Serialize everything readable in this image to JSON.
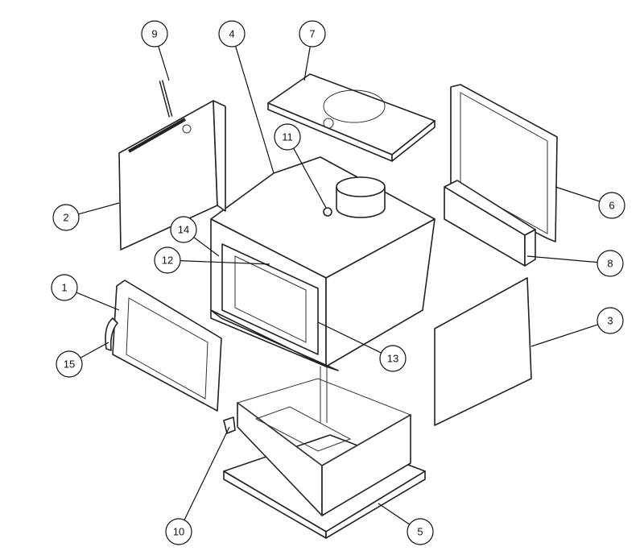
{
  "diagram": {
    "type": "exploded-parts-view",
    "callouts": [
      {
        "id": "9",
        "label": "9"
      },
      {
        "id": "4",
        "label": "4"
      },
      {
        "id": "7",
        "label": "7"
      },
      {
        "id": "11",
        "label": "11"
      },
      {
        "id": "2",
        "label": "2"
      },
      {
        "id": "14",
        "label": "14"
      },
      {
        "id": "12",
        "label": "12"
      },
      {
        "id": "1",
        "label": "1"
      },
      {
        "id": "15",
        "label": "15"
      },
      {
        "id": "13",
        "label": "13"
      },
      {
        "id": "6",
        "label": "6"
      },
      {
        "id": "8",
        "label": "8"
      },
      {
        "id": "3",
        "label": "3"
      },
      {
        "id": "10",
        "label": "10"
      },
      {
        "id": "5",
        "label": "5"
      }
    ]
  }
}
